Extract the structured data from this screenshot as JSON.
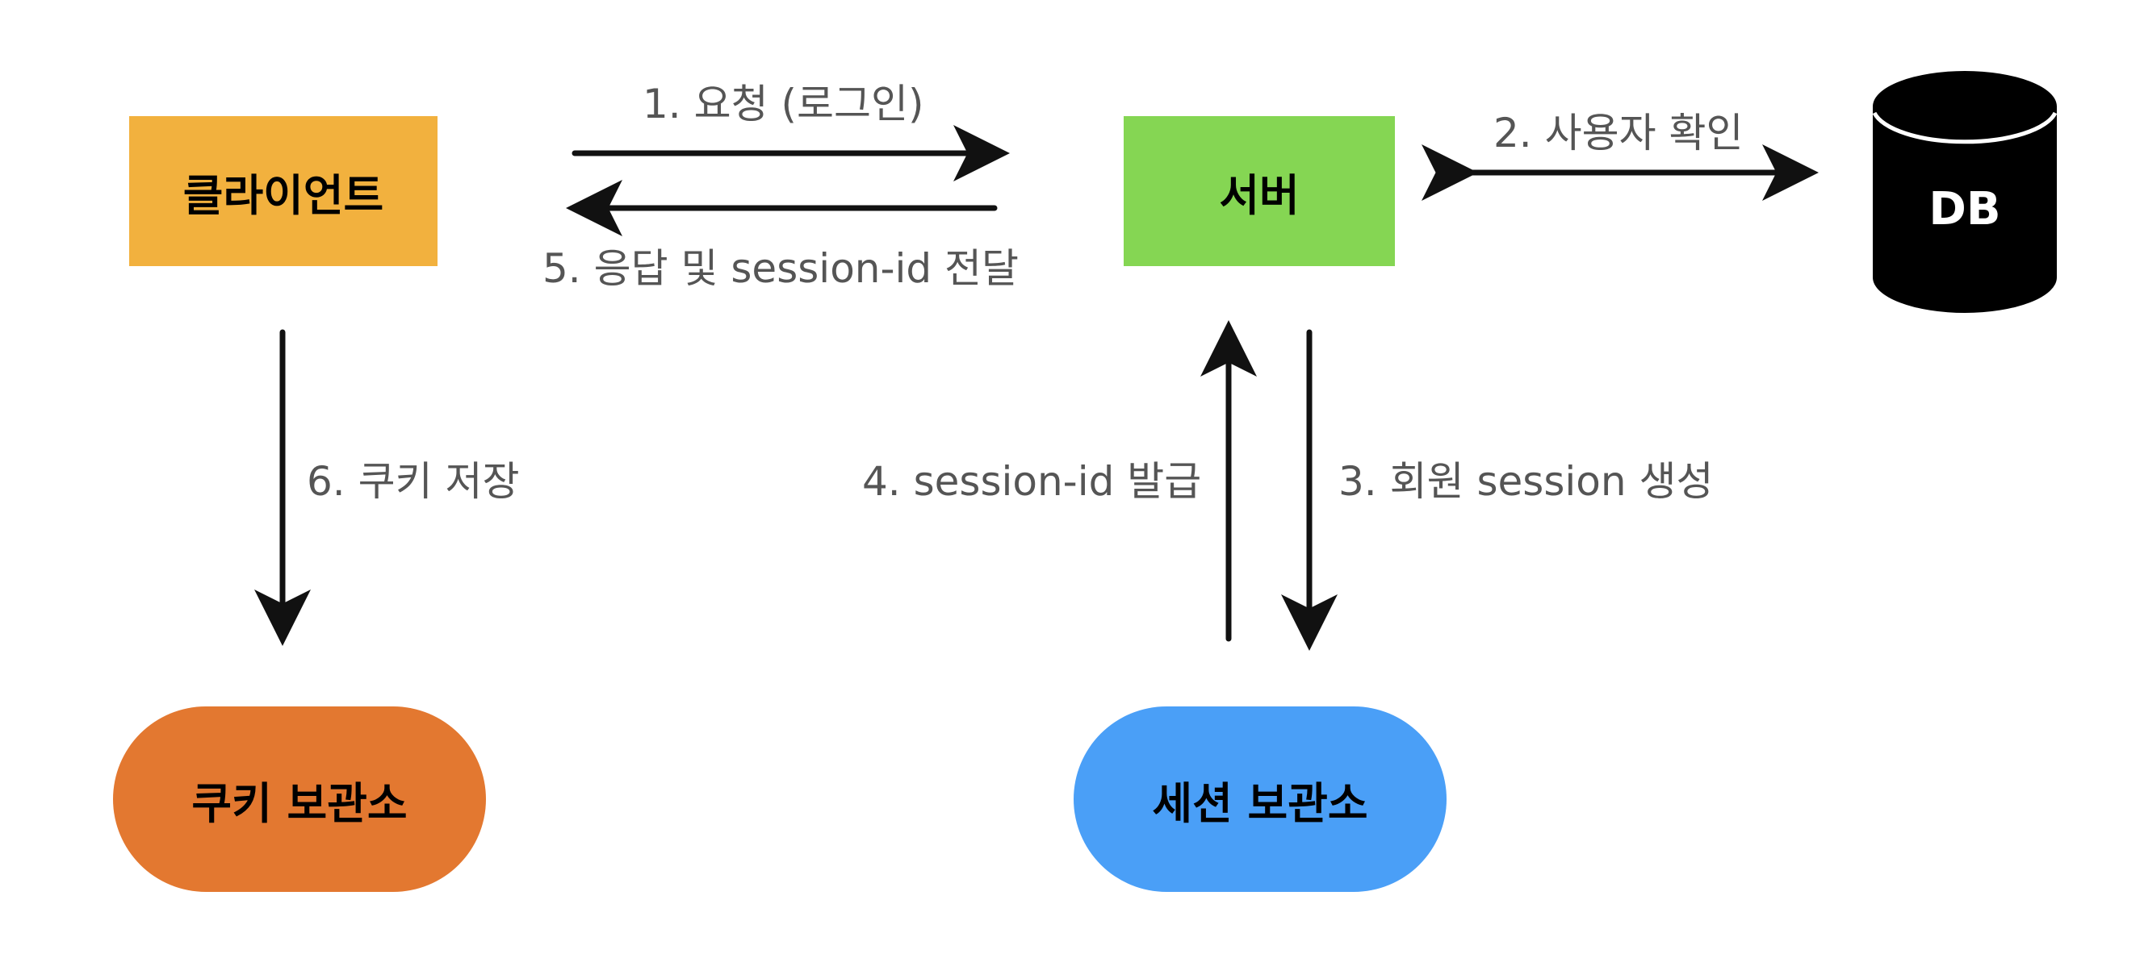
{
  "nodes": {
    "client": {
      "label": "클라이언트",
      "color": "#F2B13E"
    },
    "server": {
      "label": "서버",
      "color": "#85D653"
    },
    "db": {
      "label": "DB",
      "color": "#000000"
    },
    "cookie_store": {
      "label": "쿠키 보관소",
      "color": "#E37830"
    },
    "session_store": {
      "label": "세션 보관소",
      "color": "#4A9FF7"
    }
  },
  "edges": [
    {
      "id": "e1",
      "label": "1. 요청 (로그인)",
      "from": "client",
      "to": "server"
    },
    {
      "id": "e2",
      "label": "2. 사용자 확인",
      "from": "server",
      "to": "db",
      "bidirectional": true
    },
    {
      "id": "e3",
      "label": "3. 회원 session 생성",
      "from": "server",
      "to": "session_store"
    },
    {
      "id": "e4",
      "label": "4. session-id 발급",
      "from": "session_store",
      "to": "server"
    },
    {
      "id": "e5",
      "label": "5. 응답 및 session-id 전달",
      "from": "server",
      "to": "client"
    },
    {
      "id": "e6",
      "label": "6. 쿠키 저장",
      "from": "client",
      "to": "cookie_store"
    }
  ]
}
